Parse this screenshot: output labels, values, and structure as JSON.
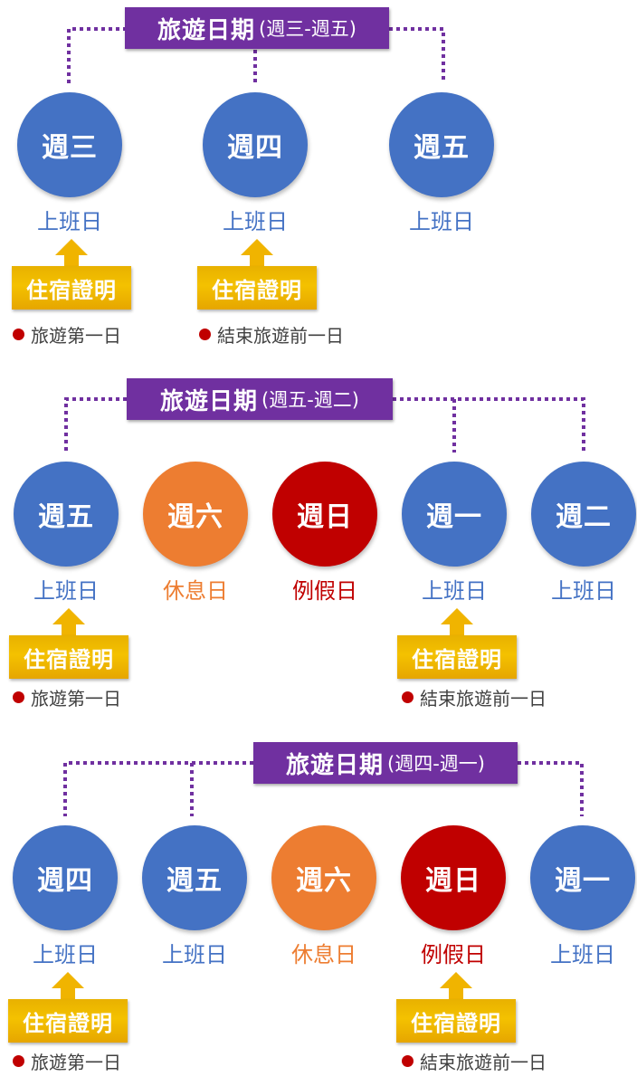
{
  "sections": [
    {
      "title_main": "旅遊日期",
      "title_range": "(週三-週五)",
      "days": [
        {
          "label": "週三",
          "type": "上班日",
          "color": "blue"
        },
        {
          "label": "週四",
          "type": "上班日",
          "color": "blue"
        },
        {
          "label": "週五",
          "type": "上班日",
          "color": "blue"
        }
      ],
      "certs": [
        {
          "label": "住宿證明",
          "note": "旅遊第一日"
        },
        {
          "label": "住宿證明",
          "note": "結束旅遊前一日"
        }
      ]
    },
    {
      "title_main": "旅遊日期",
      "title_range": "(週五-週二)",
      "days": [
        {
          "label": "週五",
          "type": "上班日",
          "color": "blue"
        },
        {
          "label": "週六",
          "type": "休息日",
          "color": "orange"
        },
        {
          "label": "週日",
          "type": "例假日",
          "color": "red"
        },
        {
          "label": "週一",
          "type": "上班日",
          "color": "blue"
        },
        {
          "label": "週二",
          "type": "上班日",
          "color": "blue"
        }
      ],
      "certs": [
        {
          "label": "住宿證明",
          "note": "旅遊第一日"
        },
        {
          "label": "住宿證明",
          "note": "結束旅遊前一日"
        }
      ]
    },
    {
      "title_main": "旅遊日期",
      "title_range": "(週四-週一)",
      "days": [
        {
          "label": "週四",
          "type": "上班日",
          "color": "blue"
        },
        {
          "label": "週五",
          "type": "上班日",
          "color": "blue"
        },
        {
          "label": "週六",
          "type": "休息日",
          "color": "orange"
        },
        {
          "label": "週日",
          "type": "例假日",
          "color": "red"
        },
        {
          "label": "週一",
          "type": "上班日",
          "color": "blue"
        }
      ],
      "certs": [
        {
          "label": "住宿證明",
          "note": "旅遊第一日"
        },
        {
          "label": "住宿證明",
          "note": "結束旅遊前一日"
        }
      ]
    }
  ],
  "colors": {
    "title_bg": "#7030a0",
    "workday": "#4472c4",
    "restday": "#ed7d31",
    "holiday": "#c00000",
    "cert": "#f4c100",
    "connector": "#7030a0"
  }
}
